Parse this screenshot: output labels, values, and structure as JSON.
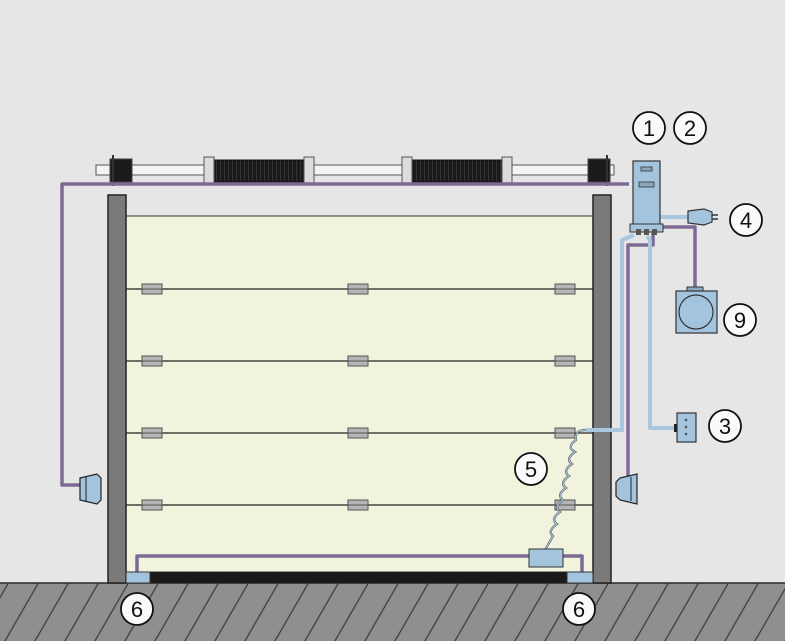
{
  "colors": {
    "background": "#e6e6e6",
    "ground": "#8f8f8f",
    "door_panel": "#f1f3dd",
    "frame": "#7a7a7a",
    "cable_purple": "#7d6a94",
    "cable_blue": "#a9c8e0",
    "component_blue": "#a4c4de",
    "spring": "#1a1a1a"
  },
  "callouts": [
    {
      "id": "1",
      "label": "1"
    },
    {
      "id": "2",
      "label": "2"
    },
    {
      "id": "4",
      "label": "4"
    },
    {
      "id": "9",
      "label": "9"
    },
    {
      "id": "3",
      "label": "3"
    },
    {
      "id": "5",
      "label": "5"
    },
    {
      "id": "6a",
      "label": "6"
    },
    {
      "id": "6b",
      "label": "6"
    }
  ]
}
